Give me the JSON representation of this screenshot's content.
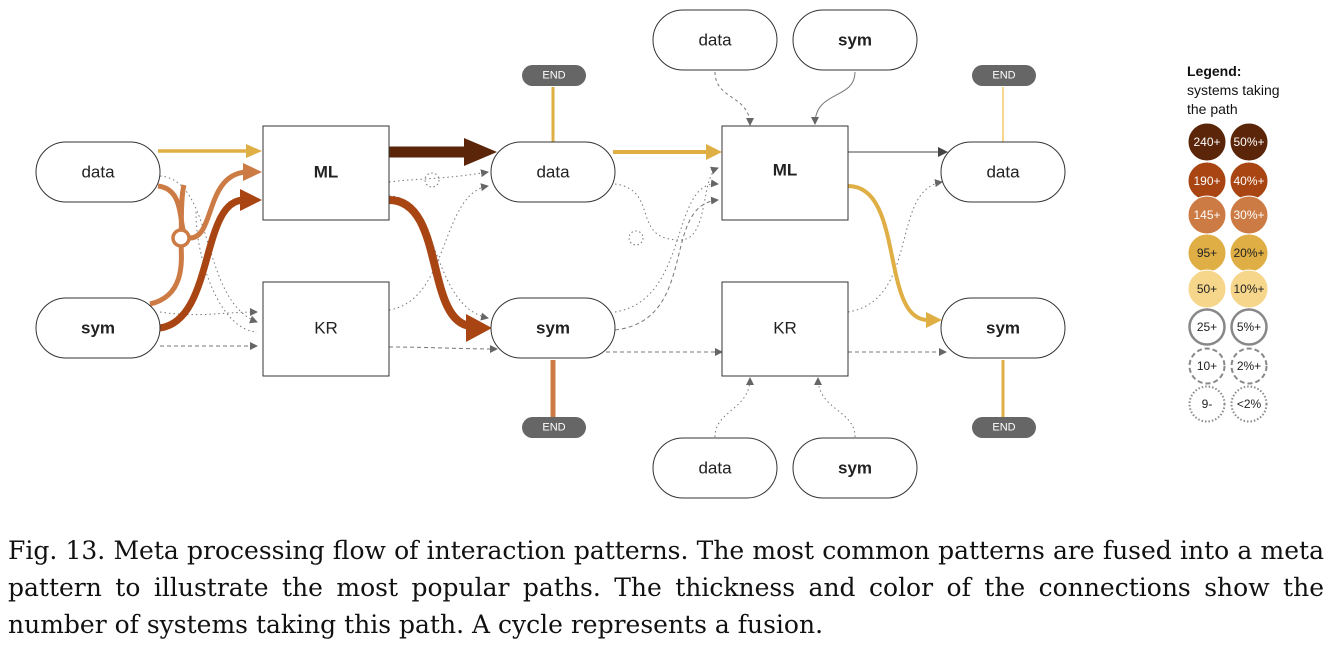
{
  "nodes": {
    "input_data": "data",
    "input_sym": "sym",
    "ml_1": "ML",
    "kr_1": "KR",
    "mid_data": "data",
    "mid_sym": "sym",
    "ml_2": "ML",
    "kr_2": "KR",
    "out_data": "data",
    "out_sym": "sym",
    "top_data": "data",
    "top_sym": "sym",
    "bottom_data": "data",
    "bottom_sym": "sym",
    "end_mid_top": "END",
    "end_mid_bottom": "END",
    "end_out_top": "END",
    "end_out_bottom": "END"
  },
  "legend": {
    "title": "Legend:",
    "subtitle_line1": "systems taking",
    "subtitle_line2": "the path",
    "levels": [
      {
        "count": "240+",
        "percent": "50%+",
        "color": "#5a2508",
        "style": "filled",
        "text_color": "#ffffff"
      },
      {
        "count": "190+",
        "percent": "40%+",
        "color": "#a84512",
        "style": "filled",
        "text_color": "#ffffff"
      },
      {
        "count": "145+",
        "percent": "30%+",
        "color": "#cd7b45",
        "style": "filled",
        "text_color": "#ffffff"
      },
      {
        "count": "95+",
        "percent": "20%+",
        "color": "#dfae45",
        "style": "filled",
        "text_color": "#222222"
      },
      {
        "count": "50+",
        "percent": "10%+",
        "color": "#f5d68a",
        "style": "filled",
        "text_color": "#222222"
      },
      {
        "count": "25+",
        "percent": "5%+",
        "color": "#888888",
        "style": "solid-outline",
        "text_color": "#222222"
      },
      {
        "count": "10+",
        "percent": "2%+",
        "color": "#888888",
        "style": "dashed-outline",
        "text_color": "#222222"
      },
      {
        "count": "9-",
        "percent": "<2%",
        "color": "#888888",
        "style": "dotted-outline",
        "text_color": "#222222"
      }
    ]
  },
  "caption": "Fig. 13. Meta processing flow of interaction patterns. The most common patterns are fused into a meta pattern to illustrate the most popular paths. The thickness and color of the connections show the number of systems taking this path. A cycle represents a fusion."
}
